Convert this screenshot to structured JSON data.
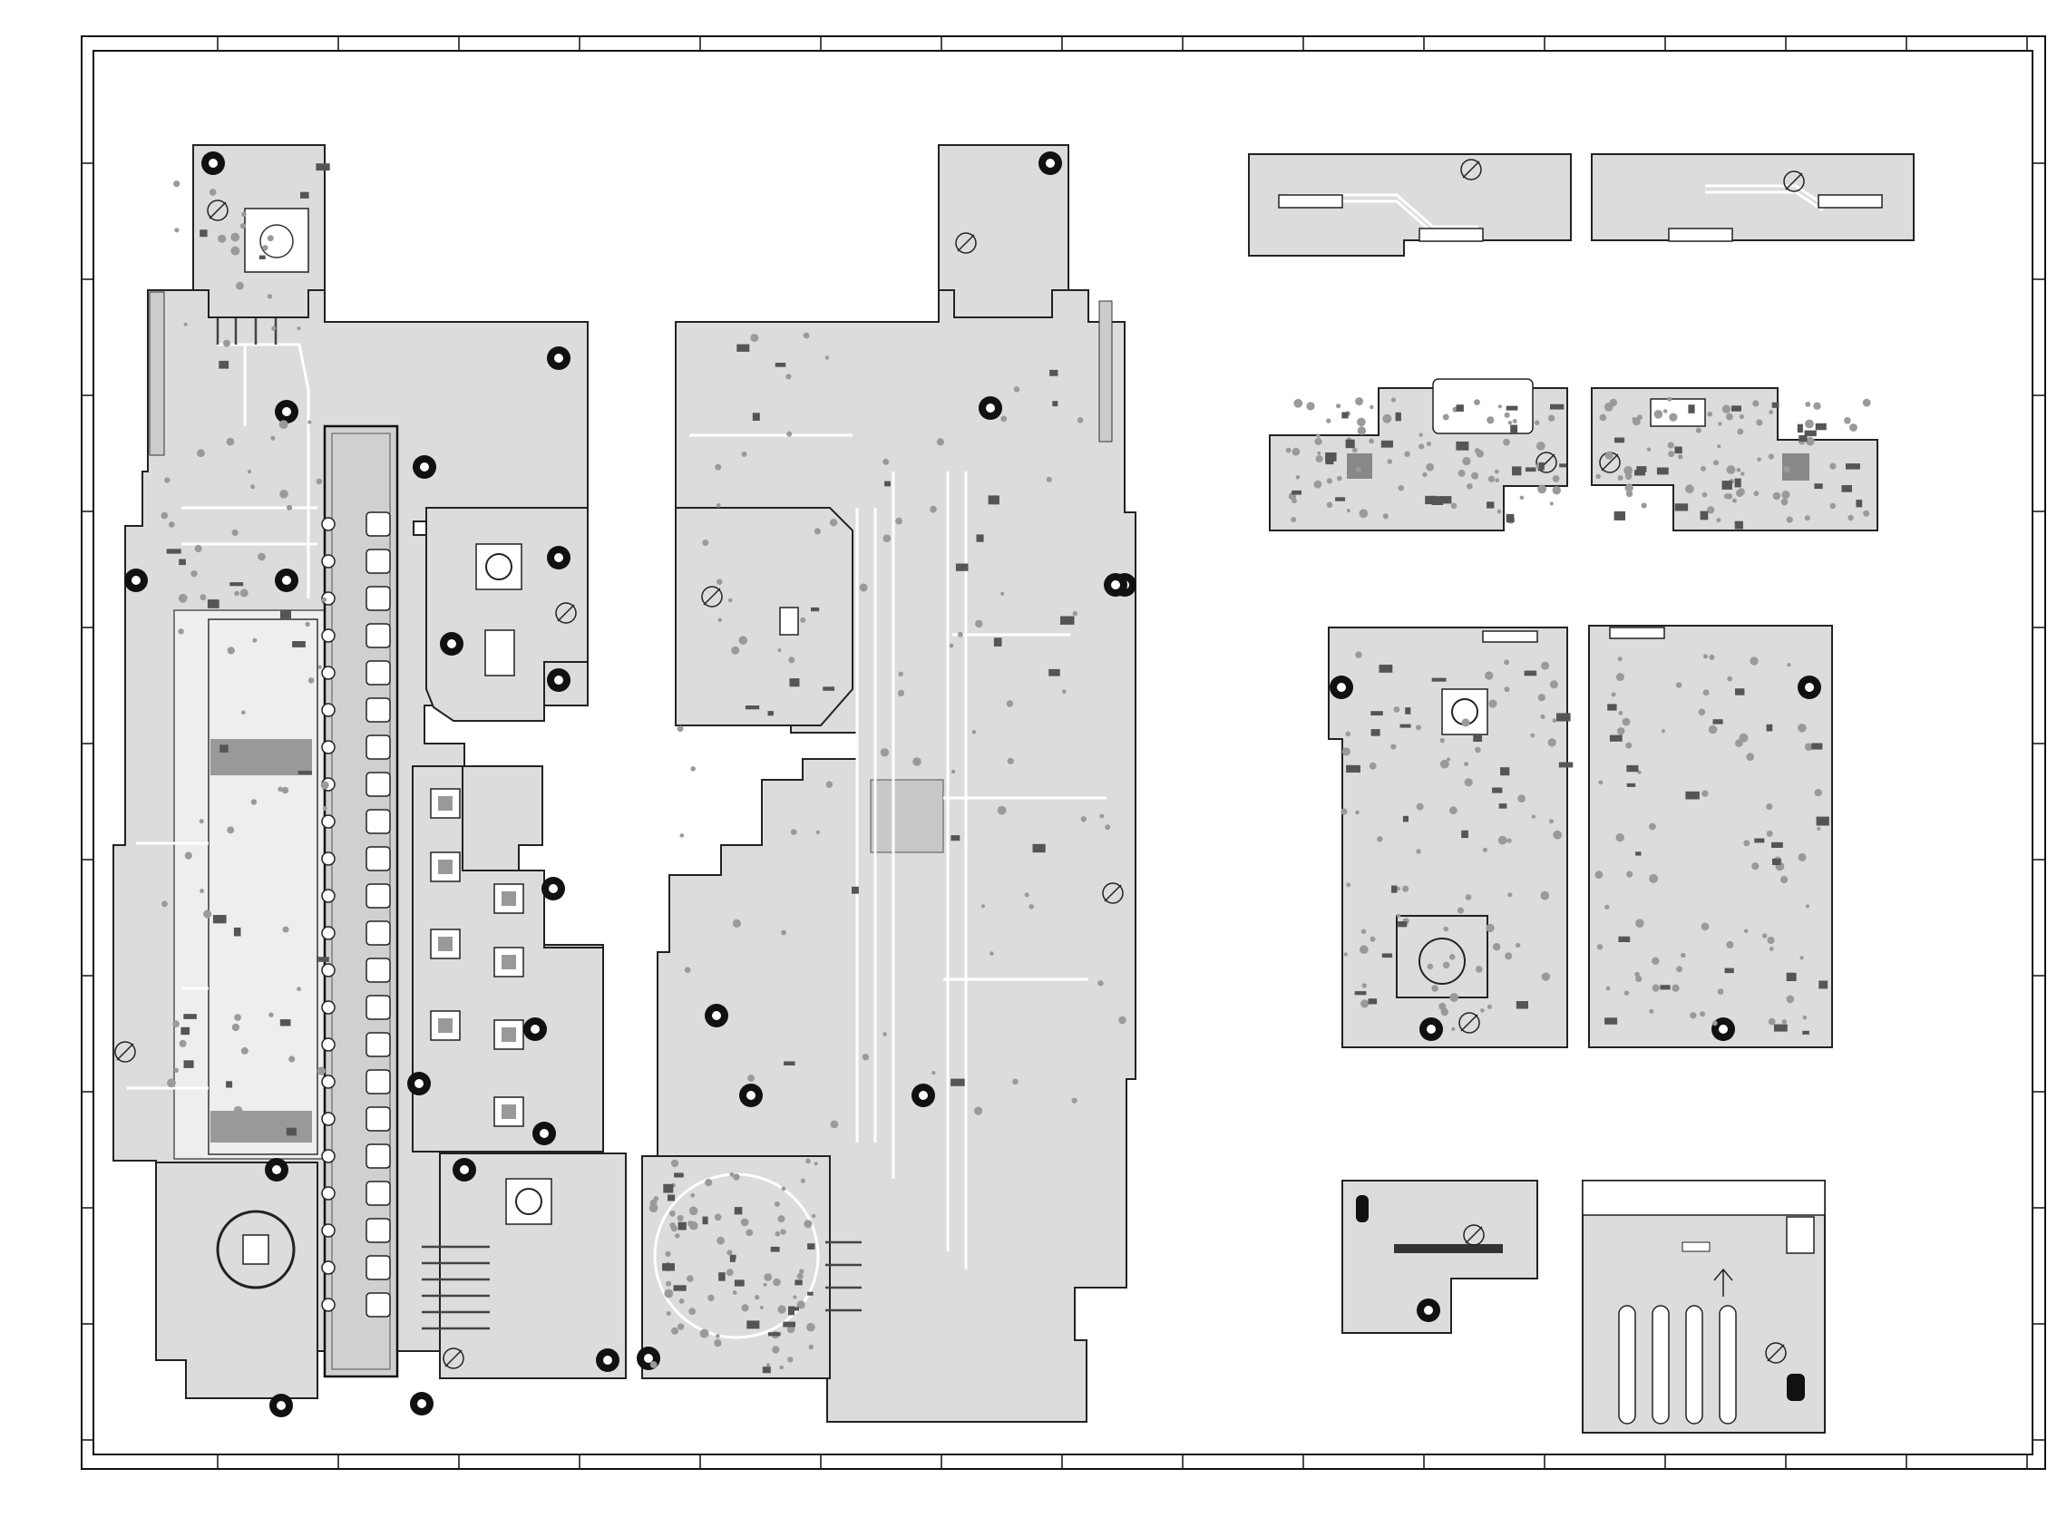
{
  "diagram": {
    "kind": "pcb-layout",
    "colors": {
      "board": "#dcdcdc",
      "outline": "#222222",
      "trace": "#ffffff",
      "hole": "#111111"
    },
    "icons": [
      "ground-symbol",
      "mounting-hole",
      "arrow-up",
      "arrow-down"
    ]
  }
}
